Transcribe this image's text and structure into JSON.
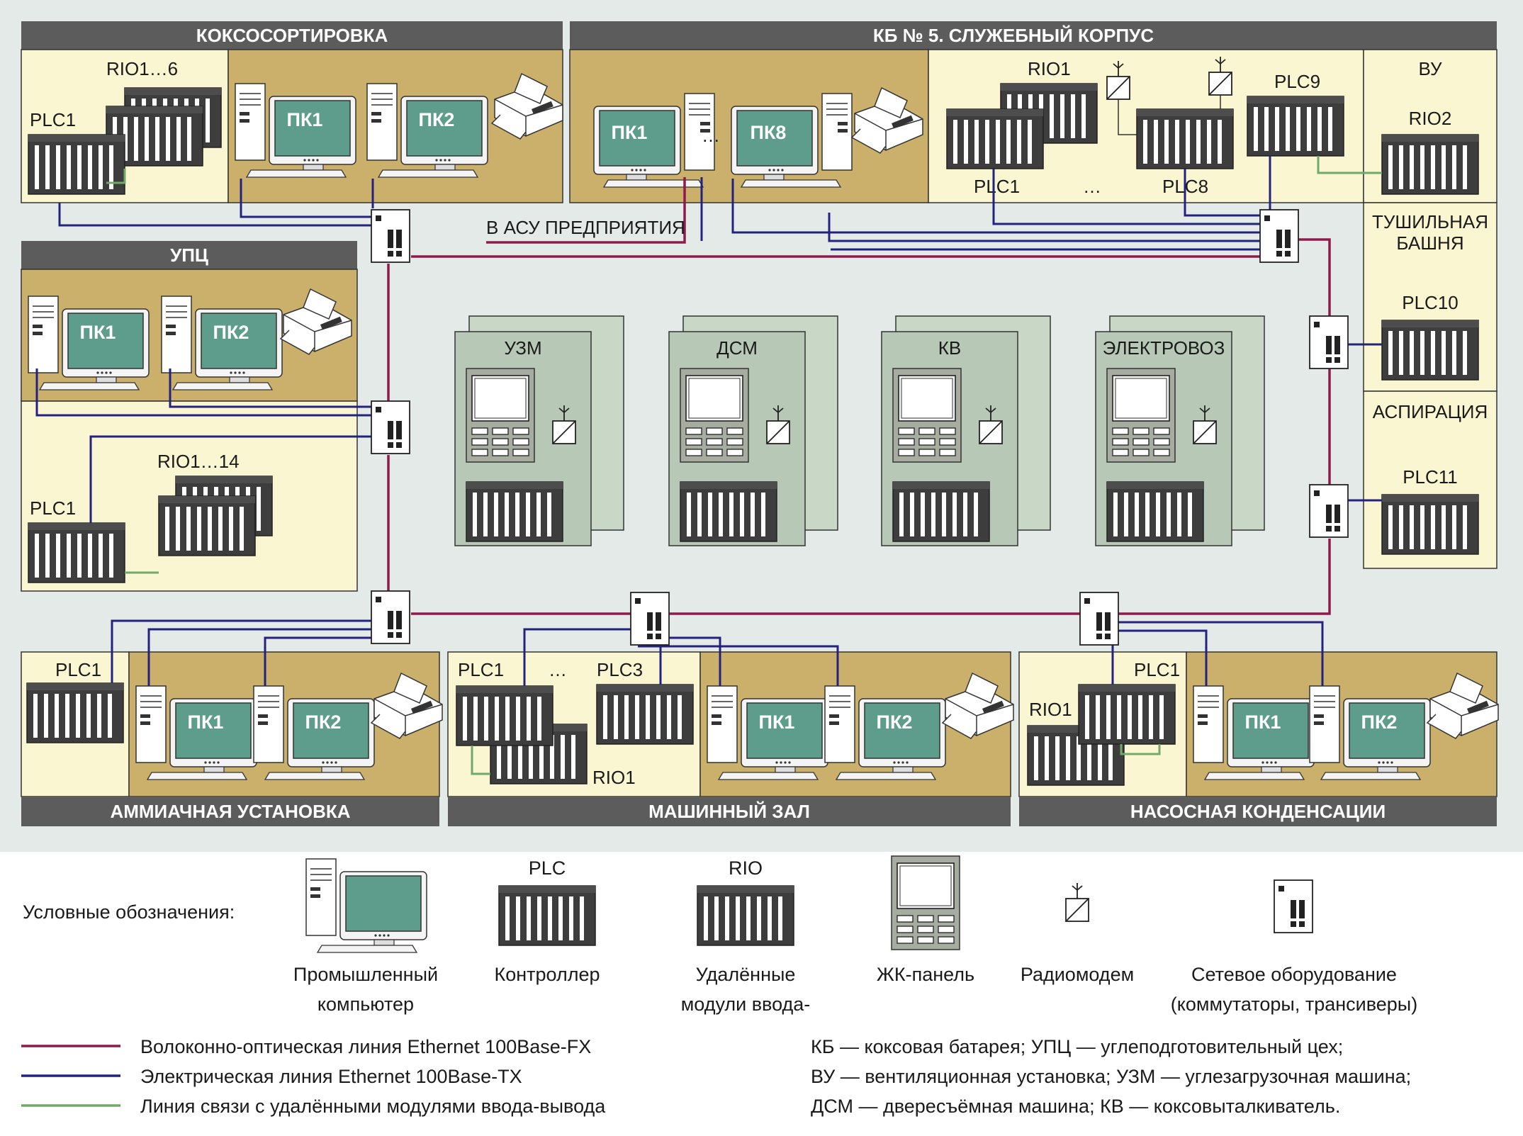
{
  "colors": {
    "background": "#e4eae8",
    "header": "#5c5c5c",
    "zone_light": "#fbf6d2",
    "zone_tan": "#cbb06c",
    "fiber": "#8c1c4c",
    "ethernet_tx": "#23237e",
    "rio_link": "#72a86a",
    "machine": "#b7c9b6"
  },
  "sections": {
    "koksosort": {
      "title": "КОКСОСОРТИРОВКА",
      "rio": "RIO1…6",
      "plc": "PLC1",
      "pc1": "ПК1",
      "pc2": "ПК2"
    },
    "kb5": {
      "title": "КБ № 5. СЛУЖЕБНЫЙ КОРПУС",
      "pc1": "ПК1",
      "ellipsis_pc": "…",
      "pc8": "ПК8",
      "rio": "RIO1",
      "plc1": "PLC1",
      "ellipsis_plc": "…",
      "plc8": "PLC8",
      "plc9": "PLC9"
    },
    "vu": {
      "title": "ВУ",
      "rio": "RIO2"
    },
    "tower": {
      "title_line1": "ТУШИЛЬНАЯ",
      "title_line2": "БАШНЯ",
      "plc": "PLC10"
    },
    "aspiration": {
      "title": "АСПИРАЦИЯ",
      "plc": "PLC11"
    },
    "upc": {
      "title": "УПЦ",
      "pc1": "ПК1",
      "pc2": "ПК2",
      "rio": "RIO1…14",
      "plc": "PLC1"
    },
    "ammonia": {
      "title": "АММИАЧНАЯ УСТАНОВКА",
      "plc": "PLC1",
      "pc1": "ПК1",
      "pc2": "ПК2"
    },
    "machine_hall": {
      "title": "МАШИННЫЙ ЗАЛ",
      "plc1": "PLC1",
      "ellipsis": "…",
      "plc3": "PLC3",
      "rio": "RIO1",
      "pc1": "ПК1",
      "pc2": "ПК2"
    },
    "pump": {
      "title": "НАСОСНАЯ КОНДЕНСАЦИИ",
      "rio": "RIO1",
      "plc": "PLC1",
      "pc1": "ПК1",
      "pc2": "ПК2"
    }
  },
  "asu_label": "В АСУ ПРЕДПРИЯТИЯ",
  "machines": [
    "УЗМ",
    "ДСМ",
    "КВ",
    "ЭЛЕКТРОВОЗ"
  ],
  "legend": {
    "title": "Условные обозначения:",
    "items": {
      "pc": {
        "line1": "Промышленный",
        "line2": "компьютер"
      },
      "plc": {
        "caption": "PLC",
        "label": "Контроллер"
      },
      "rio": {
        "caption": "RIO",
        "line1": "Удалённые",
        "line2": "модули ввода-"
      },
      "panel": {
        "label": "ЖК-панель"
      },
      "radio": {
        "label": "Радиомодем"
      },
      "net": {
        "line1": "Сетевое оборудование",
        "line2": "(коммутаторы, трансиверы)"
      }
    },
    "lines": {
      "fiber": "Волоконно-оптическая линия Ethernet 100Base-FX",
      "electric": "Электрическая линия Ethernet 100Base-TX",
      "rio": "Линия связи с удалёнными модулями ввода-вывода"
    },
    "abbrev": {
      "line1": "КБ — коксовая батарея; УПЦ — углеподготовительный цех;",
      "line2": "ВУ — вентиляционная установка; УЗМ — углезагрузочная машина;",
      "line3": "ДСМ — двересъёмная машина; КВ — коксовыталкиватель."
    }
  }
}
